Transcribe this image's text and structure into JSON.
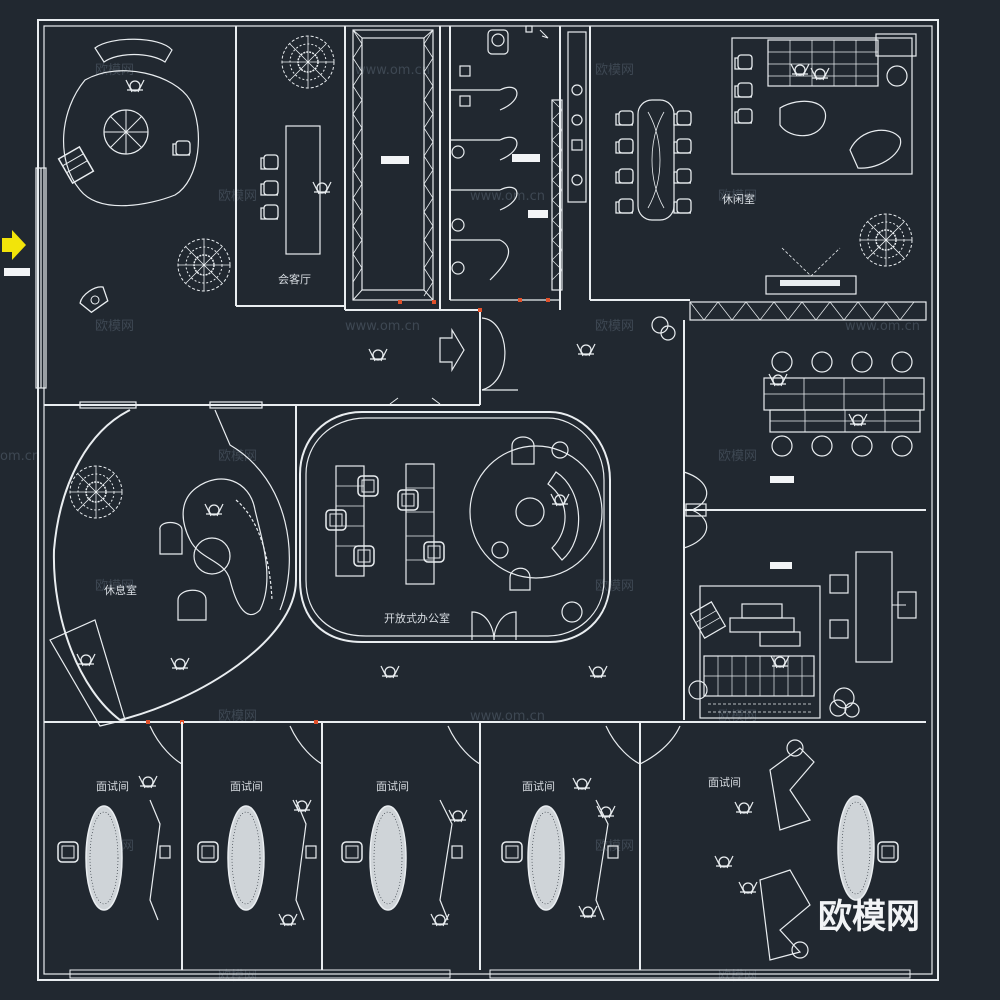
{
  "rooms": {
    "reception": "会客厅",
    "lounge_top_right": "休闲室",
    "lounge_left": "休息室",
    "open_office": "开放式办公室",
    "interview_1": "面试间",
    "interview_2": "面试间",
    "interview_3": "面试间",
    "interview_4": "面试间",
    "interview_5": "面试间"
  },
  "watermarks": {
    "brand": "欧模网",
    "site": "www.om.cn"
  },
  "colors": {
    "background": "#212830",
    "lines": "#e9edf0",
    "entrance_arrow": "#f2e40a",
    "door_marker": "#e0502a"
  },
  "icons": [
    "entrance-arrow-icon",
    "plant-icon",
    "chair-icon",
    "table-icon",
    "toilet-icon",
    "sink-icon",
    "bed-icon",
    "tv-icon",
    "door-icon"
  ]
}
